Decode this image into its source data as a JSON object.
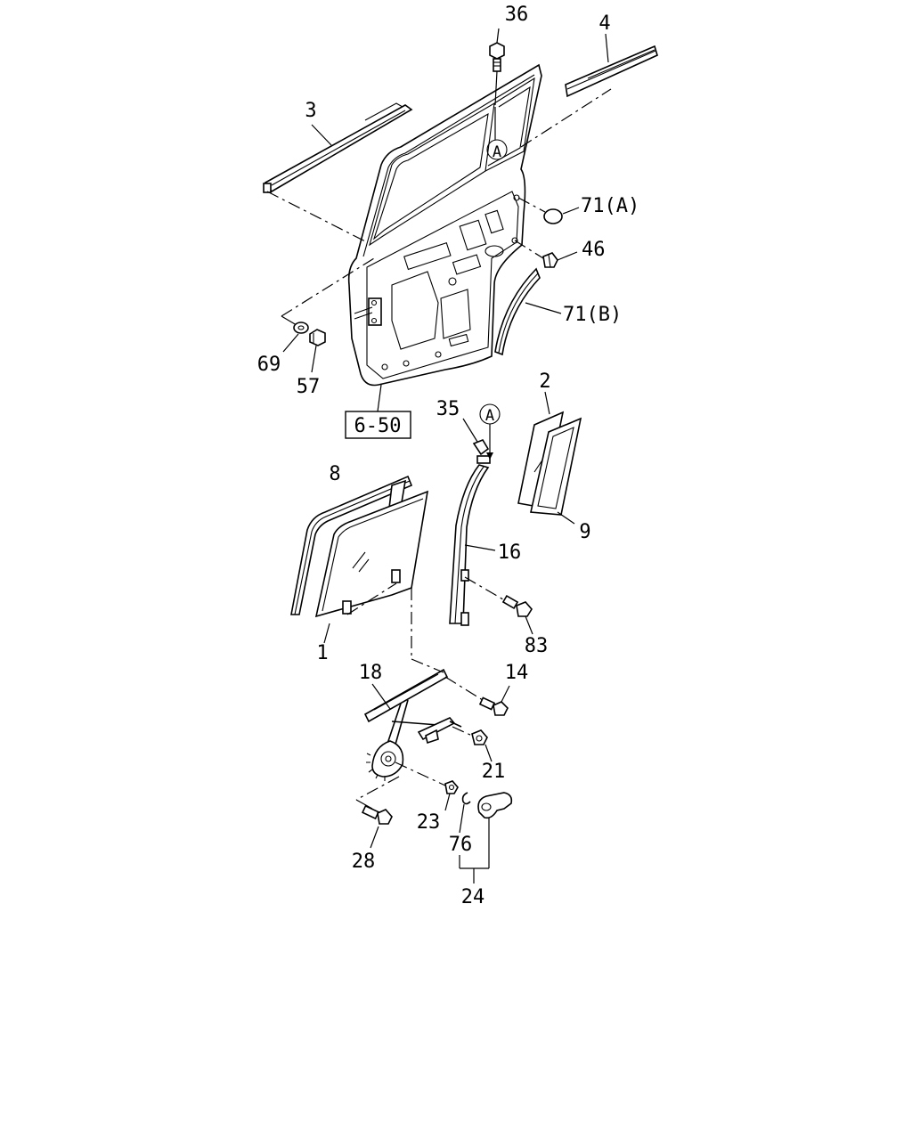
{
  "callouts": {
    "c36": "36",
    "c4": "4",
    "c3": "3",
    "cA1": "A",
    "c71a": "71(A)",
    "c46": "46",
    "c71b": "71(B)",
    "c69": "69",
    "c57": "57",
    "ref": "6-50",
    "c35": "35",
    "cA2": "A",
    "c2": "2",
    "c8": "8",
    "c9": "9",
    "c16": "16",
    "c83": "83",
    "c1": "1",
    "c18": "18",
    "c14": "14",
    "c21": "21",
    "c23": "23",
    "c28": "28",
    "c76": "76",
    "c24": "24"
  },
  "colors": {
    "ink": "#000000",
    "paper": "#ffffff"
  }
}
